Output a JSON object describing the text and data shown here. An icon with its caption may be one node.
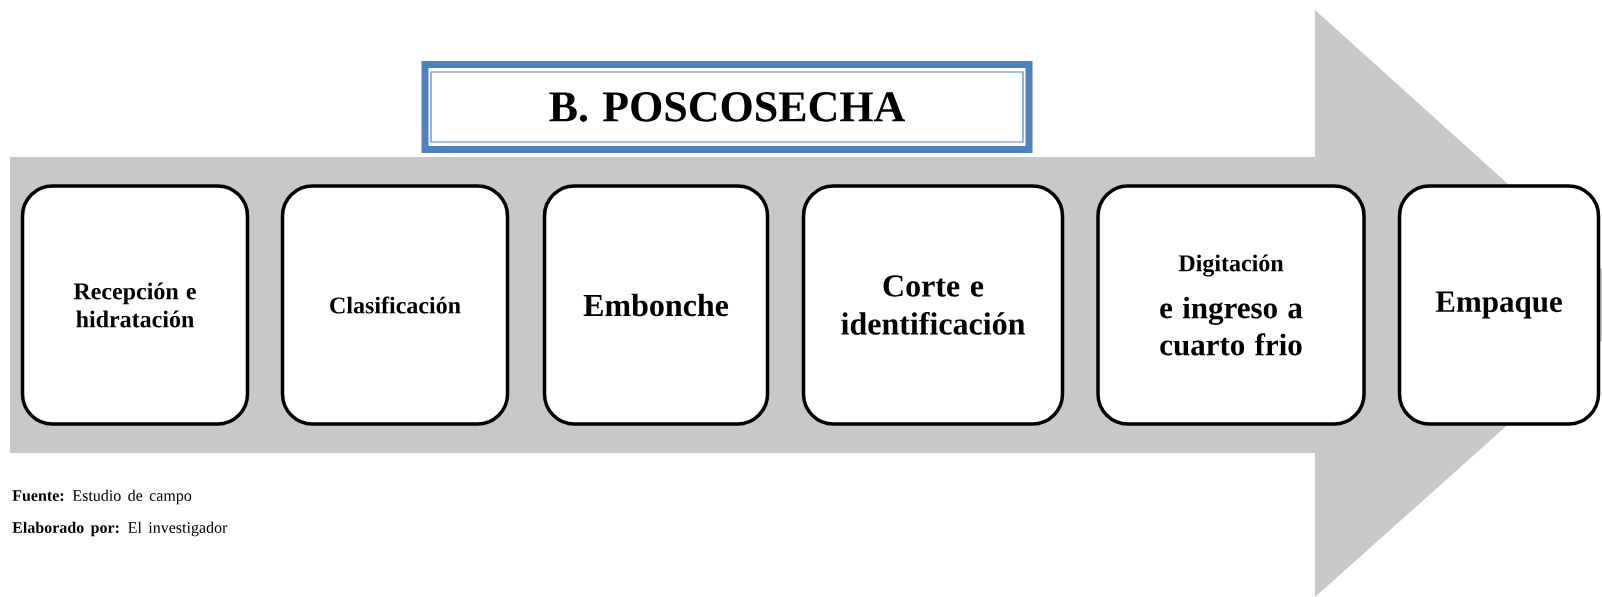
{
  "diagram": {
    "nodes": [
      {
        "text": [
          "B. POSCOSECHA"
        ]
      },
      {
        "text": [
          "Recepción e hidratación"
        ]
      },
      {
        "text": [
          "Clasificación"
        ]
      },
      {
        "text": [
          "Embonche"
        ]
      },
      {
        "text": [
          "Corte e identificación"
        ]
      },
      {
        "text": [
          "Digitación",
          "e ingreso a cuarto frio"
        ]
      },
      {
        "text": [
          "Empaque"
        ]
      }
    ],
    "edges": [
      {
        "from": 1,
        "to": 6,
        "arrow": "to",
        "style": "thick"
      }
    ],
    "labels": [
      "**Fuente:** Estudio de campo",
      "**Elaborado por:** El investigador"
    ]
  }
}
